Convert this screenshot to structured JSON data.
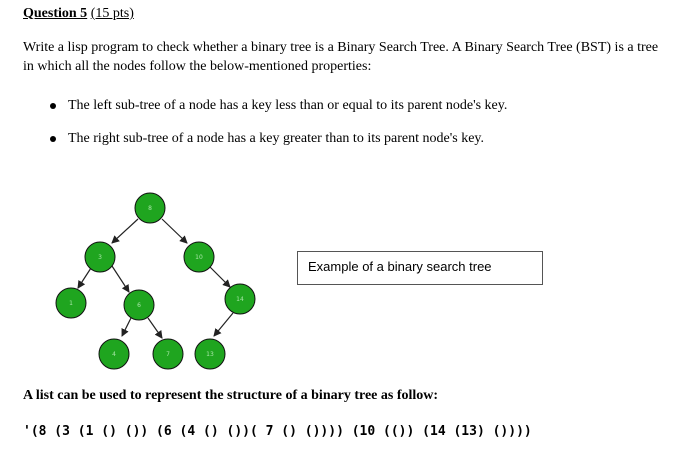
{
  "question": {
    "number_label": "Question 5",
    "points_label": "(15 pts)"
  },
  "intro": "Write a lisp program to check whether a binary tree is a Binary Search Tree. A Binary Search Tree (BST) is a tree in which all the nodes follow the below-mentioned properties:",
  "bullets": [
    "The left sub-tree of a node has a key less than or equal to its parent node's key.",
    "The right sub-tree of a node has a key greater than to its parent node's key."
  ],
  "tree": {
    "node_color": "#1fa51f",
    "nodes": [
      {
        "id": "8",
        "label": "8"
      },
      {
        "id": "3",
        "label": "3"
      },
      {
        "id": "10",
        "label": "10"
      },
      {
        "id": "1",
        "label": "1"
      },
      {
        "id": "6",
        "label": "6"
      },
      {
        "id": "14",
        "label": "14"
      },
      {
        "id": "4",
        "label": "4"
      },
      {
        "id": "7",
        "label": "7"
      },
      {
        "id": "13",
        "label": "13"
      }
    ],
    "caption": "Example of a binary search tree"
  },
  "list_heading": "A list can be used to represent the structure of a binary tree as follow:",
  "code": "'(8 (3 (1 () ()) (6 (4 () ())( 7 () ()))) (10 (()) (14 (13) ())))"
}
